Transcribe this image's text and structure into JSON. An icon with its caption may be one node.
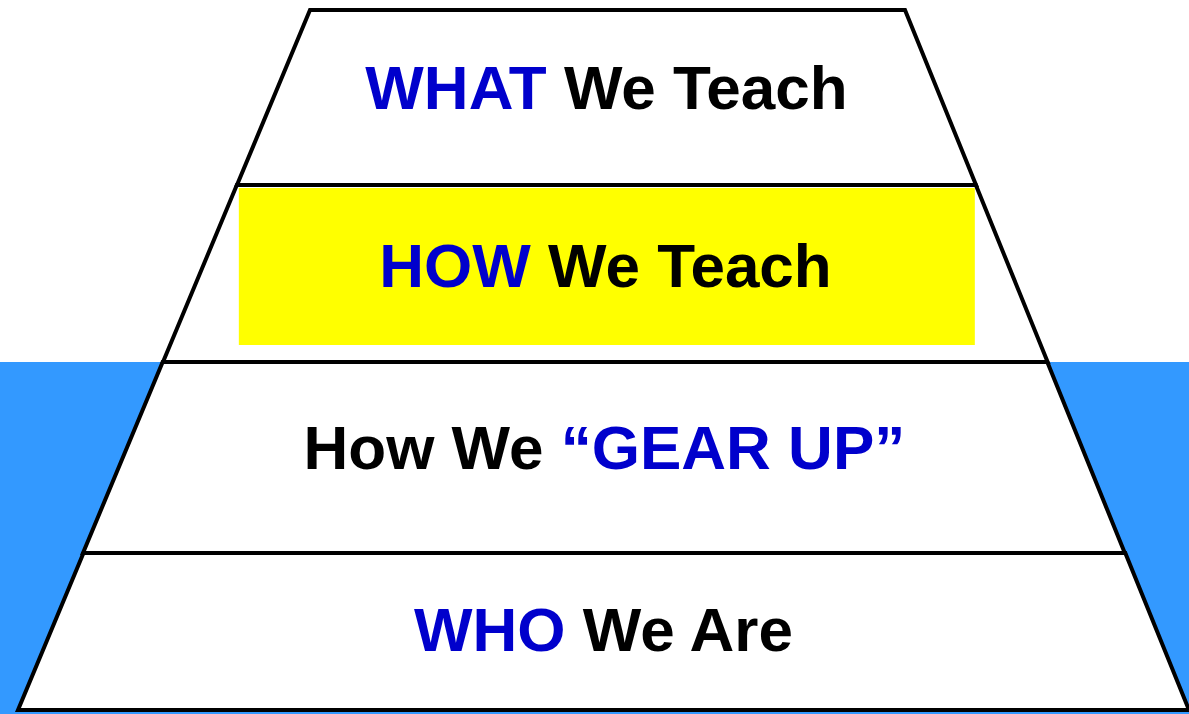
{
  "diagram": {
    "nodes": [
      {
        "text": [
          "WHAT We Teach"
        ]
      },
      {
        "text": [
          "HOW We Teach"
        ]
      },
      {
        "text": [
          "How We “GEAR UP”"
        ]
      },
      {
        "text": [
          "WHO We Are"
        ]
      }
    ]
  }
}
